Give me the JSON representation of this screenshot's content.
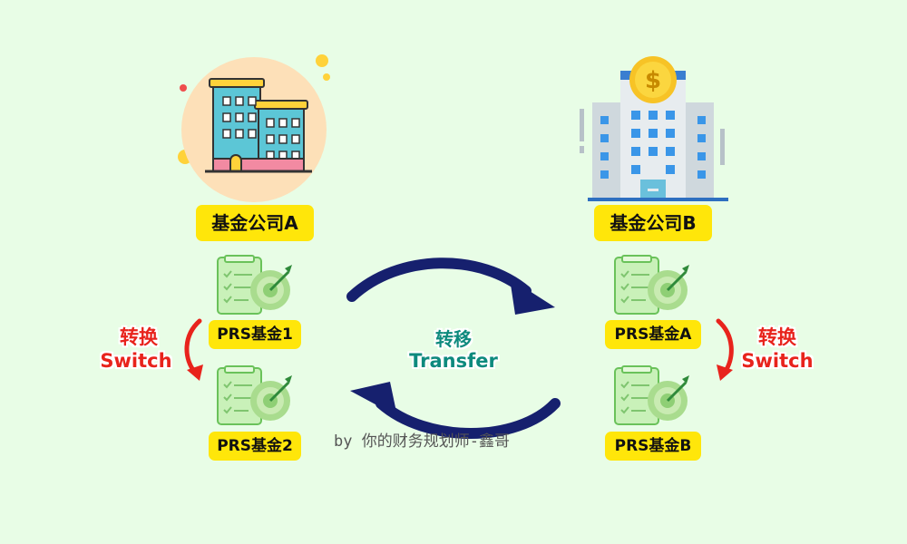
{
  "company_a": {
    "name": "基金公司A",
    "funds": [
      "PRS基金1",
      "PRS基金2"
    ]
  },
  "company_b": {
    "name": "基金公司B",
    "funds": [
      "PRS基金A",
      "PRS基金B"
    ]
  },
  "switch_label": {
    "zh": "转换",
    "en": "Switch"
  },
  "transfer_label": {
    "zh": "转移",
    "en": "Transfer"
  },
  "credit": "by 你的财务规划师-鑫哥",
  "icons": {
    "company_a": "office-building-icon",
    "company_b": "bank-building-icon",
    "funds": "checklist-target-icon",
    "switch": "curved-arrow-down-icon",
    "transfer": "curved-arrow-icon"
  },
  "colors": {
    "background": "#e8fde6",
    "label_bg": "#ffe60a",
    "switch_text": "#e8231c",
    "transfer_text": "#0e8a7e",
    "transfer_arrow": "#16206e"
  }
}
